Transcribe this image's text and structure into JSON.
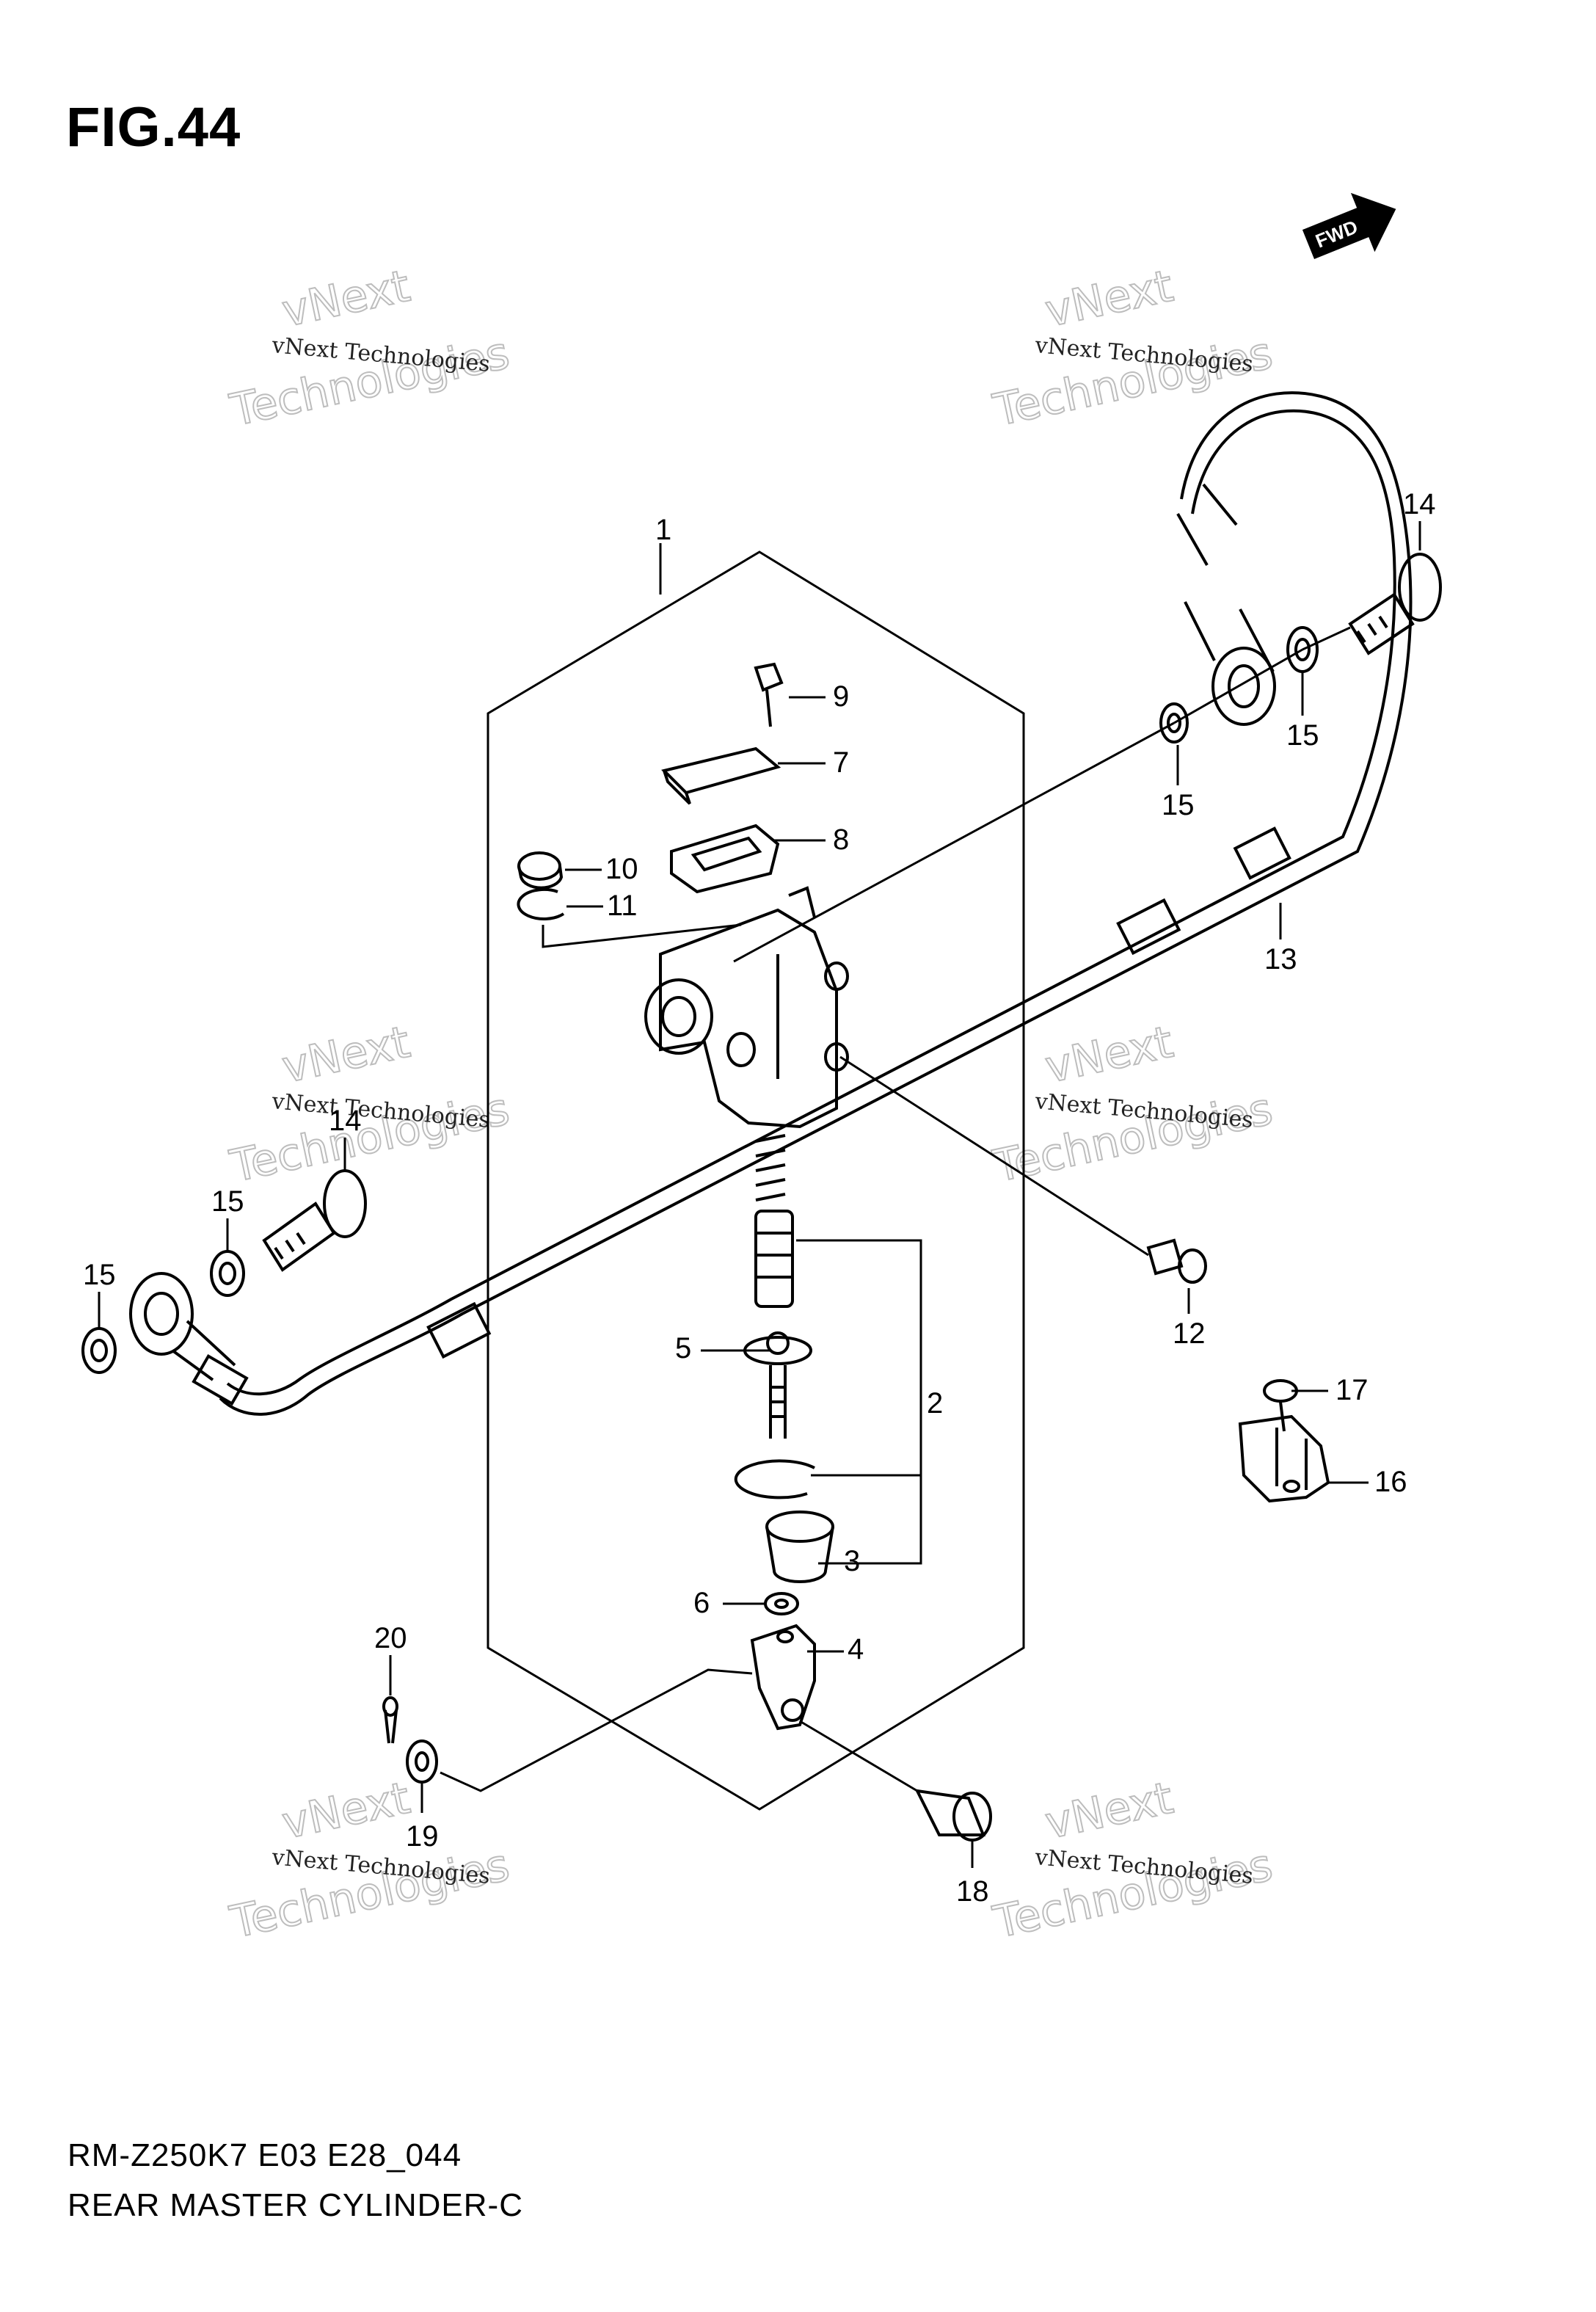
{
  "figure": {
    "title": "FIG.44",
    "model_code": "RM-Z250K7 E03 E28_044",
    "caption": "REAR MASTER CYLINDER-C",
    "direction_badge": "FWD"
  },
  "watermark": {
    "line1": "vNext Technologies",
    "line2": "vNext",
    "line3": "Technologies"
  },
  "callouts": [
    {
      "id": "c1",
      "label": "1"
    },
    {
      "id": "c2",
      "label": "2"
    },
    {
      "id": "c3",
      "label": "3"
    },
    {
      "id": "c4",
      "label": "4"
    },
    {
      "id": "c5",
      "label": "5"
    },
    {
      "id": "c6",
      "label": "6"
    },
    {
      "id": "c7",
      "label": "7"
    },
    {
      "id": "c8",
      "label": "8"
    },
    {
      "id": "c9",
      "label": "9"
    },
    {
      "id": "c10",
      "label": "10"
    },
    {
      "id": "c11",
      "label": "11"
    },
    {
      "id": "c12",
      "label": "12"
    },
    {
      "id": "c13",
      "label": "13"
    },
    {
      "id": "c14a",
      "label": "14"
    },
    {
      "id": "c14b",
      "label": "14"
    },
    {
      "id": "c15a",
      "label": "15"
    },
    {
      "id": "c15b",
      "label": "15"
    },
    {
      "id": "c15c",
      "label": "15"
    },
    {
      "id": "c15d",
      "label": "15"
    },
    {
      "id": "c16",
      "label": "16"
    },
    {
      "id": "c17",
      "label": "17"
    },
    {
      "id": "c18",
      "label": "18"
    },
    {
      "id": "c19",
      "label": "19"
    },
    {
      "id": "c20",
      "label": "20"
    }
  ]
}
